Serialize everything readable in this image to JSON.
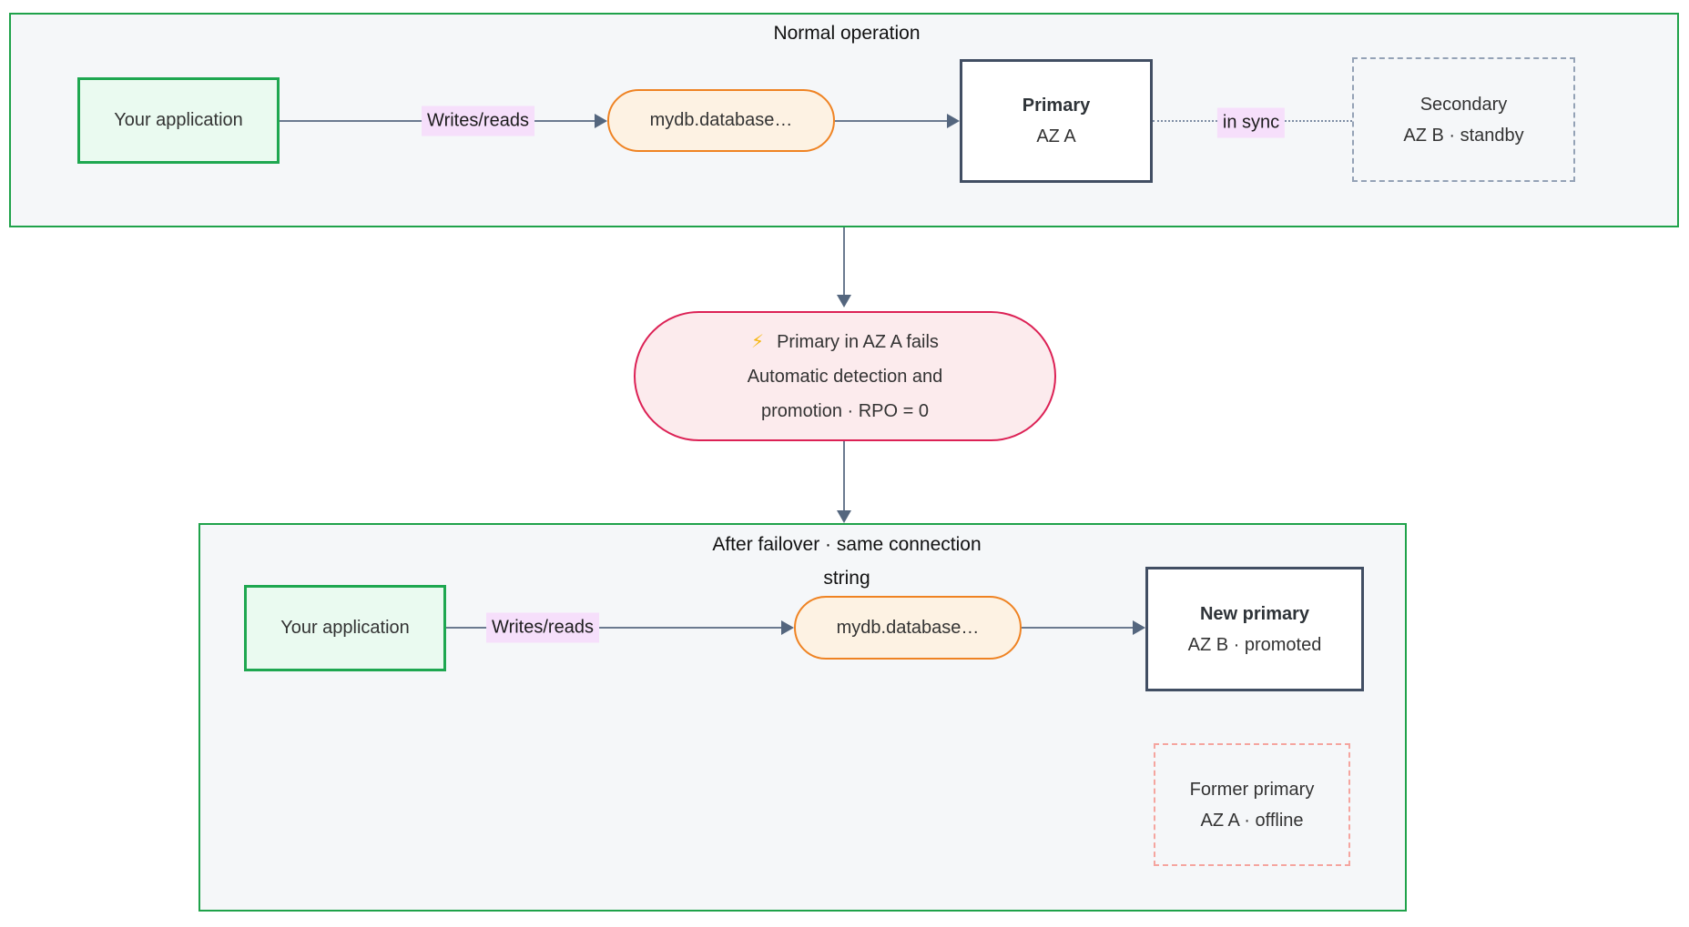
{
  "diagram": {
    "sections": {
      "normal": {
        "title": "Normal operation"
      },
      "failover": {
        "title_lines": [
          "After failover · same connection",
          "string"
        ]
      }
    },
    "nodes": {
      "app1": {
        "label": "Your application"
      },
      "dns1": {
        "label": "mydb.database…"
      },
      "primary": {
        "title": "Primary",
        "subtitle": "AZ A"
      },
      "secondary": {
        "title": "Secondary",
        "subtitle": "AZ B · standby"
      },
      "app2": {
        "label": "Your application"
      },
      "dns2": {
        "label": "mydb.database…"
      },
      "new_primary": {
        "title": "New primary",
        "subtitle": "AZ B · promoted"
      },
      "former_primary": {
        "title": "Former primary",
        "subtitle": "AZ A · offline"
      }
    },
    "alert": {
      "icon": "⚡",
      "lines": [
        "Primary in AZ A fails",
        "Automatic detection and",
        "promotion · RPO = 0"
      ]
    },
    "edges": {
      "writes_reads_top": {
        "label": "Writes/reads"
      },
      "in_sync": {
        "label": "in sync"
      },
      "writes_reads_bottom": {
        "label": "Writes/reads"
      }
    },
    "palette": {
      "container_border": "#1fa24a",
      "container_fill": "#f5f7f9",
      "app_border": "#1ea750",
      "app_fill": "#eafaf0",
      "dns_border": "#ef8323",
      "dns_fill": "#fdf2e3",
      "primary_border": "#414e63",
      "alert_border": "#dc2155",
      "alert_fill": "#fcebed",
      "edge_line": "#6b7a90",
      "edge_label_bg": "#f6dffb",
      "standby_dash": "#94a2b6",
      "offline_dash": "#f5a59f",
      "bolt": "#f6b712"
    }
  }
}
